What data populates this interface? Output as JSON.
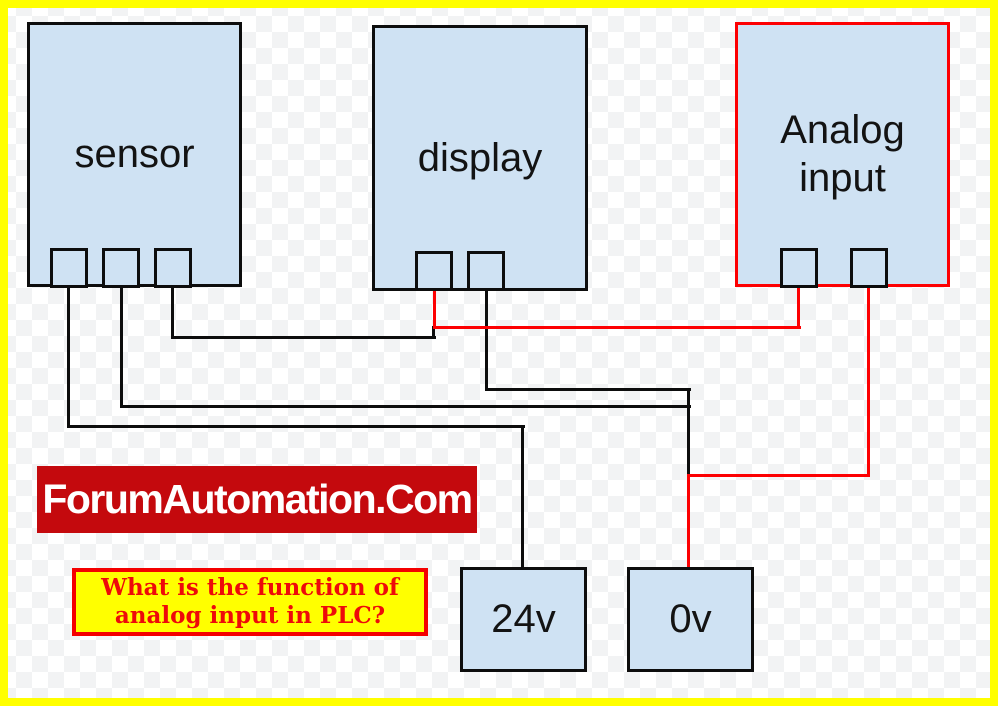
{
  "boxes": {
    "sensor": {
      "label": "sensor"
    },
    "display": {
      "label": "display"
    },
    "analog_input": {
      "label_line1": "Analog",
      "label_line2": "input"
    },
    "supply_24v": {
      "label": "24v"
    },
    "supply_0v": {
      "label": "0v"
    }
  },
  "watermark": {
    "text": "ForumAutomation.Com",
    "bg_color": "#c4090d",
    "text_color": "#ffffff"
  },
  "question": {
    "line1": "What is the function of",
    "line2": "analog input in PLC?",
    "bg_color": "#ffff00",
    "border_color": "#f40000",
    "text_color": "#ee0a0a"
  },
  "colors": {
    "component_fill": "#cfe2f3",
    "component_border": "#0d0d0d",
    "analog_input_border": "#fd0002",
    "wire_black": "#0d0d0d",
    "wire_red": "#fd0002",
    "frame_border": "#ffff00",
    "background_checker": "#f2f3f4"
  }
}
